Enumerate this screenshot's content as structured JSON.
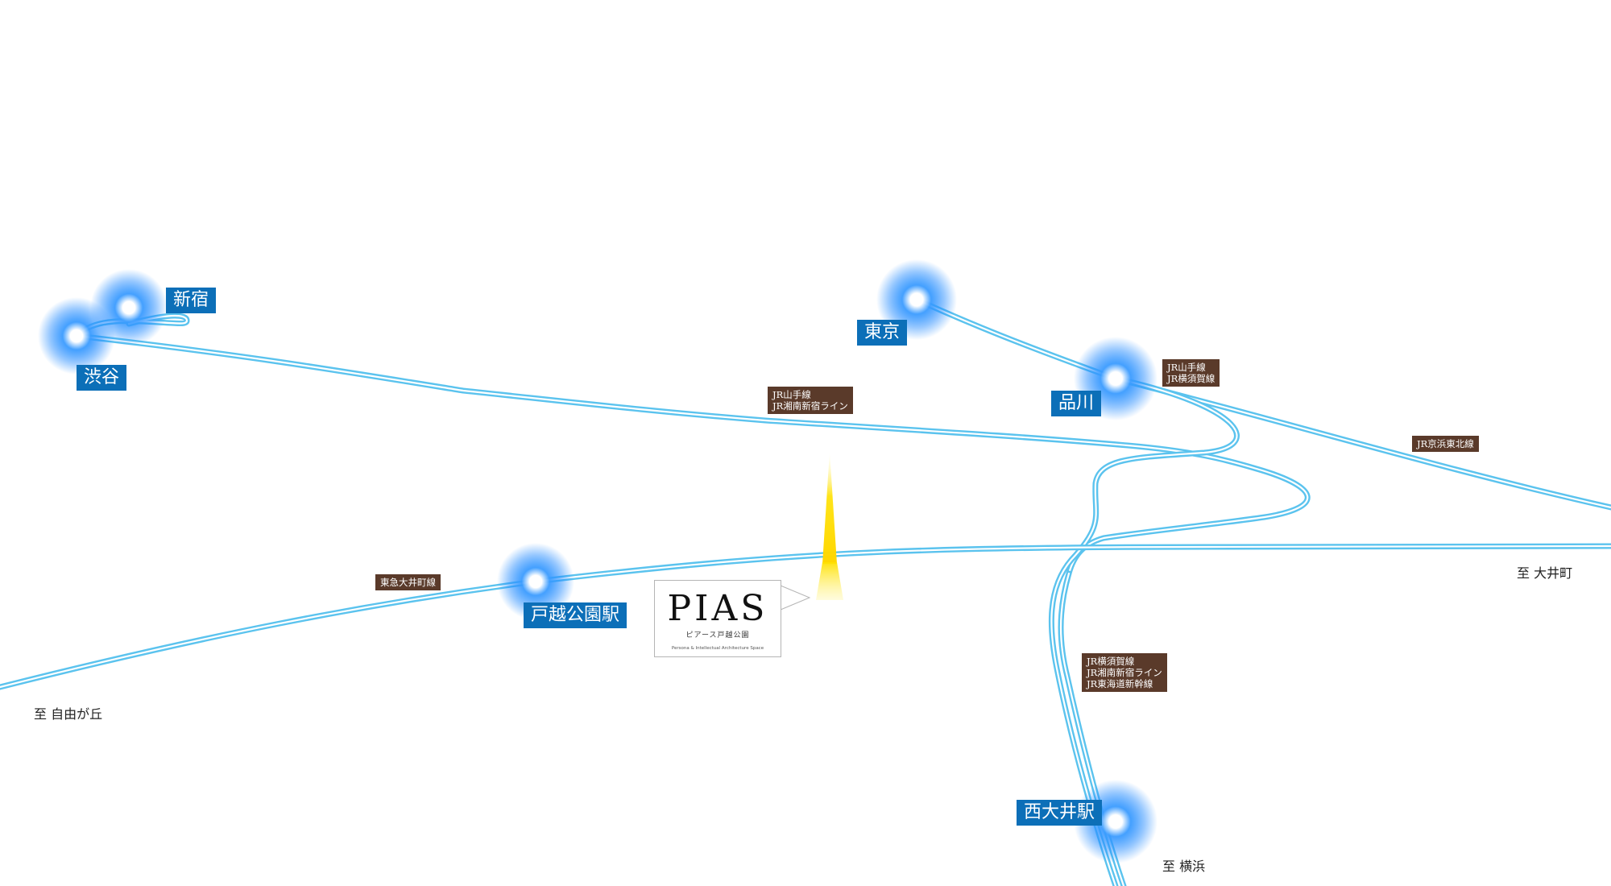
{
  "colors": {
    "rail": "#5bc3ee",
    "glow": "#1e88ff",
    "station_label_bg": "#0c6fb8",
    "line_label_bg": "#5a3a2a",
    "pointer": "#ffe100"
  },
  "stations": {
    "shinjuku": "新宿",
    "shibuya": "渋谷",
    "tokyo": "東京",
    "shinagawa": "品川",
    "togoshi_koen": "戸越公園駅",
    "nishi_oi": "西大井駅"
  },
  "lines": {
    "jr_yamanote_1": "JR山手線",
    "jr_shonan_1": "JR湘南新宿ライン",
    "jr_yamanote_2": "JR山手線",
    "jr_yokosuka_1": "JR横須賀線",
    "jr_keihin_tohoku": "JR京浜東北線",
    "tokyu_oimachi": "東急大井町線",
    "jr_yokosuka_2": "JR横須賀線",
    "jr_shonan_2": "JR湘南新宿ライン",
    "jr_tokaido_shinkansen": "JR東海道新幹線"
  },
  "destinations": {
    "oimachi": "至 大井町",
    "jiyugaoka": "至 自由が丘",
    "yokohama": "至 横浜"
  },
  "property": {
    "logo": "PIAS",
    "name_jp": "ピアース戸越公園",
    "tagline": "Persona & Intellectual Architecture Space"
  }
}
